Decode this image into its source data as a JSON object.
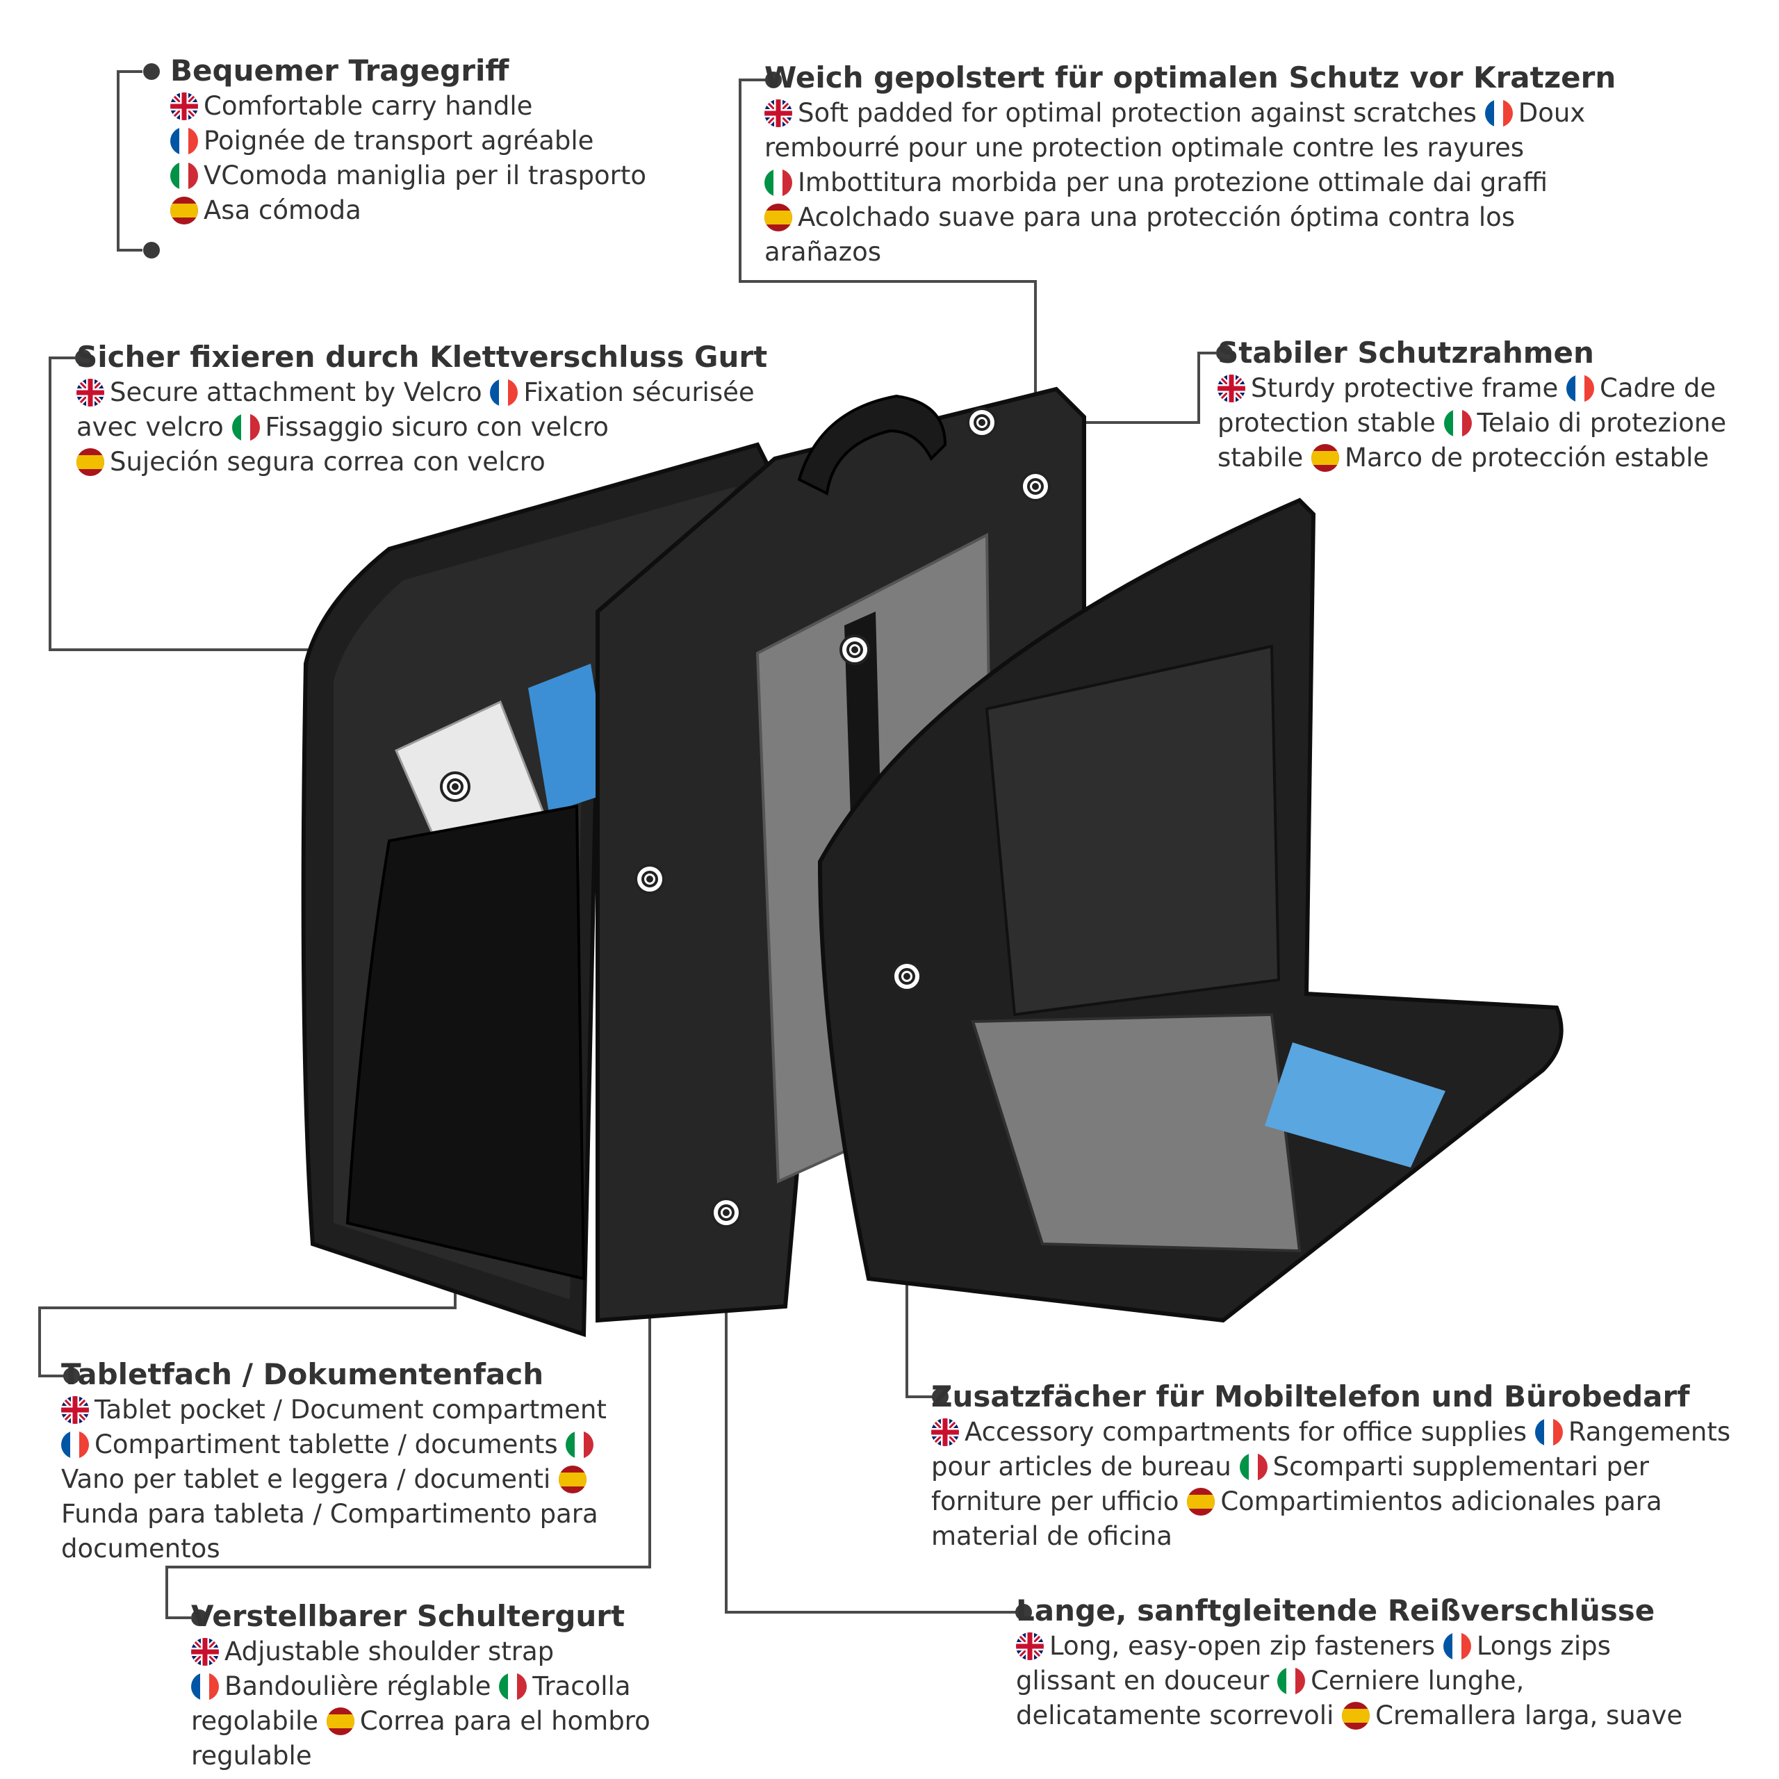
{
  "colors": {
    "line": "#4a4a4a",
    "text": "#333333"
  },
  "icons": {
    "uk": "uk-flag-icon",
    "fr": "france-flag-icon",
    "it": "italy-flag-icon",
    "es": "spain-flag-icon",
    "marker": "target-marker-icon"
  },
  "callouts": {
    "handle": {
      "title": "Bequemer Tragegriff",
      "en": "Comfortable carry handle",
      "fr": "Poignée de transport agréable",
      "it": "VComoda maniglia per il trasporto",
      "es": "Asa cómoda"
    },
    "padded": {
      "title": "Weich gepolstert für optimalen Schutz vor Kratzern",
      "en": "Soft padded for optimal protection against scratches",
      "fr": "Doux rembourré pour une protection optimale contre les rayures",
      "it": "Imbottitura morbida per una protezione ottimale dai graffi",
      "es": "Acolchado suave para una protección óptima contra los arañazos"
    },
    "velcro": {
      "title": "Sicher fixieren durch Klettverschluss Gurt",
      "en": "Secure attachment by Velcro",
      "fr": "Fixation sécurisée avec velcro",
      "it": "Fissaggio sicuro con velcro",
      "es": "Sujeción segura correa con velcro"
    },
    "frame": {
      "title": "Stabiler Schutzrahmen",
      "en": "Sturdy protective frame",
      "fr": "Cadre de protection stable",
      "it": "Telaio di protezione stabile",
      "es": "Marco de protección estable"
    },
    "tablet": {
      "title": "Tabletfach / Dokumentenfach",
      "en": "Tablet pocket / Document compartment",
      "fr": "Compartiment tablette / documents",
      "it": "Vano per tablet e leggera / documenti",
      "es": "Funda para tableta / Compartimento para documentos"
    },
    "accessory": {
      "title": "Zusatzfächer für Mobiltelefon und Bürobedarf",
      "en": "Accessory compartments for office supplies",
      "fr": "Rangements pour articles de bureau",
      "it": "Scomparti supplementari per forniture per ufficio",
      "es": "Compartimientos adicionales para material de oficina"
    },
    "strap": {
      "title": "Verstellbarer Schultergurt",
      "en": "Adjustable shoulder strap",
      "fr": "Bandoulière réglable",
      "it": "Tracolla regolabile",
      "es": "Correa para el hombro regulable"
    },
    "zips": {
      "title": "Lange, sanftgleitende Reißverschlüsse",
      "en": "Long, easy-open zip fasteners",
      "fr": "Longs zips glissant en douceur",
      "it": "Cerniere lunghe, delicatamente scorrevoli",
      "es": "Cremallera larga, suave"
    }
  }
}
